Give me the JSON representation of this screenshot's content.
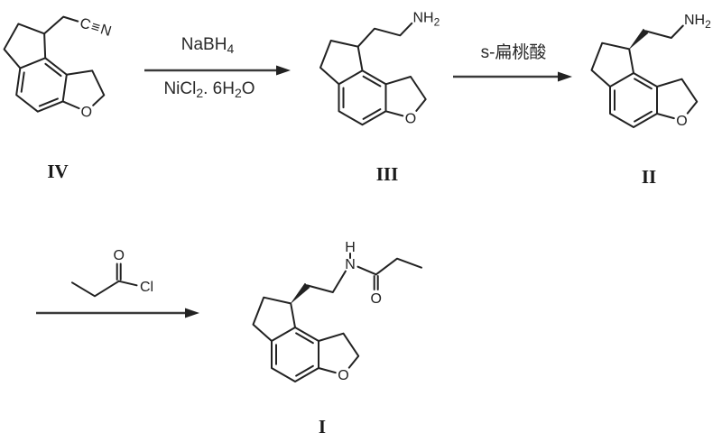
{
  "colors": {
    "ink": "#222222",
    "background": "#ffffff"
  },
  "core": {
    "oxygen": "O"
  },
  "compounds": {
    "iv": {
      "label": "IV",
      "nitrile": "C≡N"
    },
    "iii": {
      "label": "III",
      "amine_main": "NH",
      "amine_sub": "2"
    },
    "ii": {
      "label": "II",
      "amine_main": "NH",
      "amine_sub": "2"
    },
    "i": {
      "label": "I",
      "amide_h": "H",
      "amide_n": "N",
      "carbonyl_o": "O"
    }
  },
  "reagents": {
    "step1_above_main": "NaBH",
    "step1_above_sub": "4",
    "step1_below_p1": "NiCl",
    "step1_below_s1": "2",
    "step1_below_p2": ". 6H",
    "step1_below_s2": "2",
    "step1_below_p3": "O",
    "step2_above": "s-扁桃酸",
    "step3_acyl_o": "O",
    "step3_acyl_cl": "Cl"
  }
}
